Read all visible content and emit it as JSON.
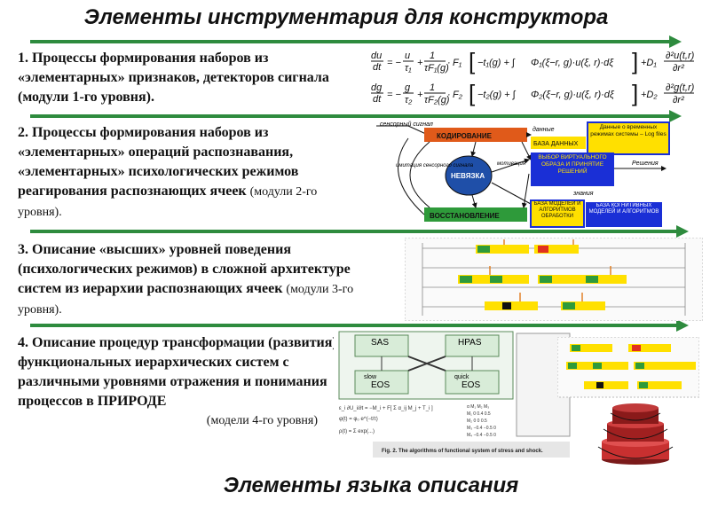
{
  "title_top": "Элементы инструментария для конструктора",
  "title_bottom": "Элементы  языка  описания",
  "items": [
    {
      "main": "1. Процессы формирования наборов из «элементарных» признаков, детекторов сигнала (модули 1-го уровня)."
    },
    {
      "main": "2. Процессы формирования наборов из «элементарных» операций распознавания, «элементарных» психологических режимов реагирования распознающих  ячеек",
      "note": "(модули 2-го уровня)."
    },
    {
      "main": "3. Описание «высших» уровней поведения (психологических режимов) в сложной архитектуре систем из иерархии распознающих ячеек",
      "note": "(модули 3-го уровня)."
    },
    {
      "main": "4.  Описание процедур трансформации (развития) функциональных иерархических систем с различными уровнями отражения и понимания процессов в ПРИРОДЕ",
      "note": "(модели 4-го уровня)"
    }
  ],
  "diagram2": {
    "kodirovanie": "КОДИРОВАНИЕ",
    "nevyazka": "НЕВЯЗКА",
    "vosstanovlenie": "ВОССТАНОВЛЕНИЕ",
    "baza_dannyh": "БАЗА ДАННЫХ",
    "log_files": "Данные о временных режимах системы – Log files",
    "vybor": "ВЫБОР ВИРТУАЛЬНОГО ОБРАЗА И ПРИНЯТИЕ РЕШЕНИЙ",
    "baza_modeley": "БАЗА МОДЕЛЕЙ И АЛГОРИТМОВ ОБРАБОТКИ",
    "baza_kogn": "БАЗА КОГНИТИВНЫХ МОДЕЛЕЙ И АЛГОРИТМОВ",
    "sensorny_signal": "сенсорный сигнал",
    "dannye": "данные",
    "motivaciya": "мотивация",
    "imitaciya": "имитация сенсорного сигнала",
    "resheniya": "Решения",
    "znaniya": "знания"
  },
  "diagram4": {
    "sas": "SAS",
    "hpas": "HPAS",
    "slow": "slow",
    "quick": "quick",
    "eos": "EOS",
    "caption": "Fig. 2. The algorithms of functional system of stress and shock."
  },
  "colors": {
    "arrow": "#2e8b3e",
    "kod_fill": "#e05a1a",
    "nev_fill": "#1f4fa8",
    "vos_fill": "#2e9a3a",
    "yellow": "#ffe000",
    "blue_box": "#1a2fd6"
  }
}
